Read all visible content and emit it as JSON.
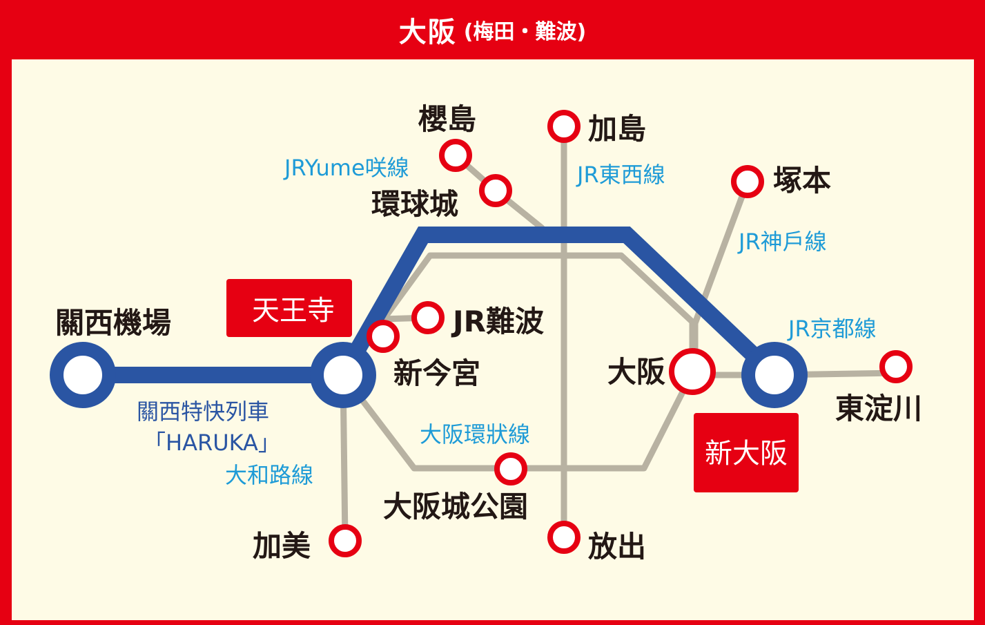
{
  "header": {
    "title": "大阪",
    "subtitle": "(梅田・難波)"
  },
  "colors": {
    "frame_red": "#e60012",
    "background": "#fefbe6",
    "haruka_line": "#2a55a3",
    "jr_lines": "#b8b2a2",
    "line_label": "#1e9bd7",
    "haruka_label": "#2a55a3",
    "station_ring": "#e60012",
    "major_station_ring": "#2a55a3",
    "station_text": "#231815",
    "badge_bg": "#e60012",
    "badge_text": "#ffffff"
  },
  "stations": {
    "kansai_airport": "關西機場",
    "tennoji": "天王寺",
    "shin_osaka": "新大阪",
    "sakurajima": "櫻島",
    "universal_city": "環球城",
    "kashima": "加島",
    "tsukamoto": "塚本",
    "jr_namba": "JR難波",
    "shin_imamiya": "新今宮",
    "osaka": "大阪",
    "higashi_yodogawa": "東淀川",
    "osakajokoen": "大阪城公園",
    "kami": "加美",
    "hanaten": "放出"
  },
  "lines": {
    "jr_yumesaki": "JRYume咲線",
    "jr_tozai": "JR東西線",
    "jr_kobe": "JR神戶線",
    "jr_kyoto": "JR京都線",
    "osaka_loop": "大阪環狀線",
    "haruka_line1": "關西特快列車",
    "haruka_line2": "「HARUKA」",
    "yamatoji": "大和路線"
  }
}
